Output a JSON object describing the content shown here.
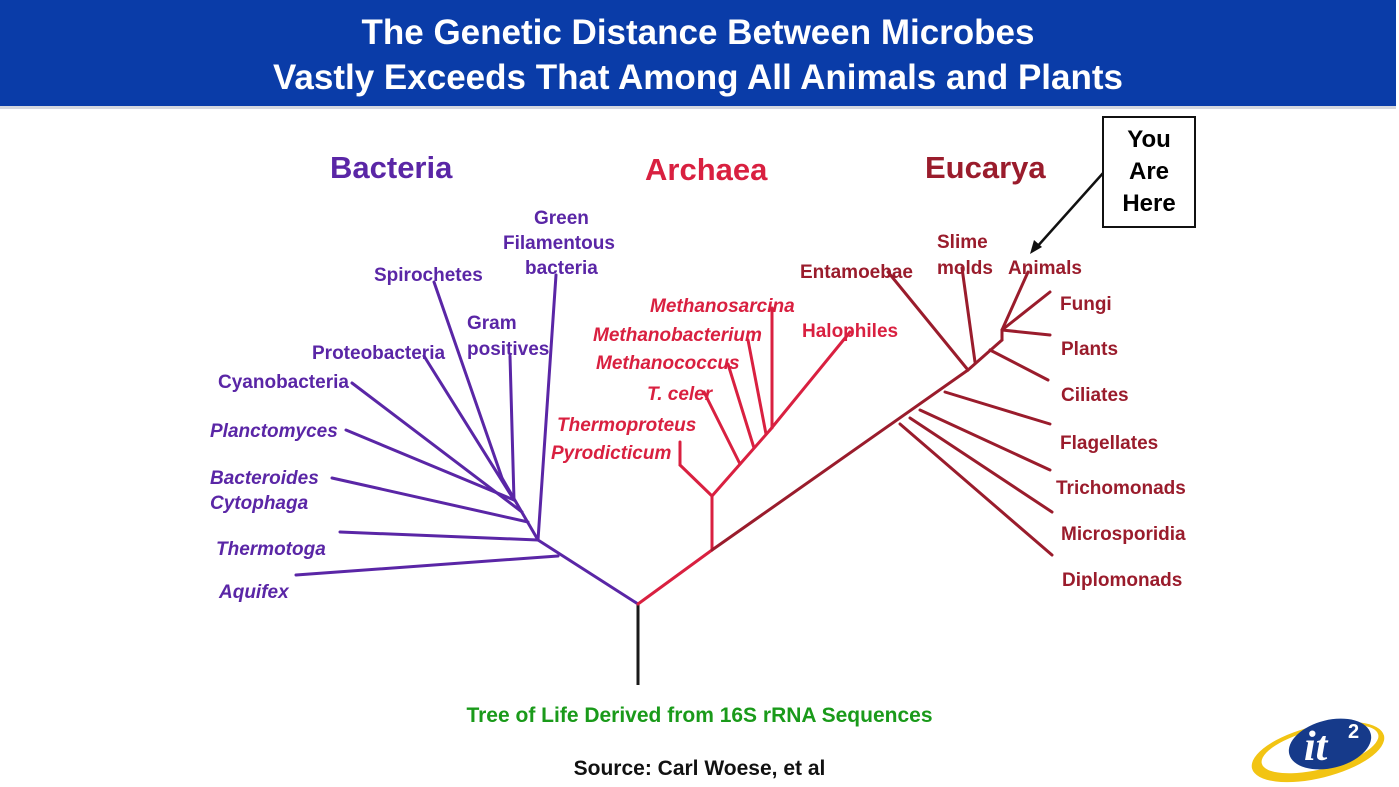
{
  "header": {
    "title_line1": "The Genetic Distance Between Microbes",
    "title_line2": "Vastly Exceeds That Among All Animals and Plants"
  },
  "domains": {
    "bacteria": "Bacteria",
    "archaea": "Archaea",
    "eucarya": "Eucarya"
  },
  "taxa": {
    "bacteria": [
      "Green",
      "Filamentous",
      "bacteria",
      "Spirochetes",
      "Gram",
      "positives",
      "Proteobacteria",
      "Cyanobacteria",
      "Planctomyces",
      "Bacteroides",
      "Cytophaga",
      "Thermotoga",
      "Aquifex"
    ],
    "archaea": [
      "Methanosarcina",
      "Methanobacterium",
      "Methanococcus",
      "T. celer",
      "Thermoproteus",
      "Pyrodicticum",
      "Halophiles"
    ],
    "eucarya": [
      "Entamoebae",
      "Slime",
      "molds",
      "Animals",
      "Fungi",
      "Plants",
      "Ciliates",
      "Flagellates",
      "Trichomonads",
      "Microsporidia",
      "Diplomonads"
    ]
  },
  "callout": {
    "line1": "You",
    "line2": "Are",
    "line3": "Here"
  },
  "caption": "Tree of Life Derived from 16S rRNA Sequences",
  "source": "Source: Carl Woese, et al",
  "logo": {
    "text": "it",
    "superscript": "2"
  },
  "colors": {
    "header_bg": "#0a3ca8",
    "bacteria": "#5a26a6",
    "archaea": "#d92040",
    "eucarya": "#9a1c2c",
    "caption": "#1a9a1a"
  }
}
